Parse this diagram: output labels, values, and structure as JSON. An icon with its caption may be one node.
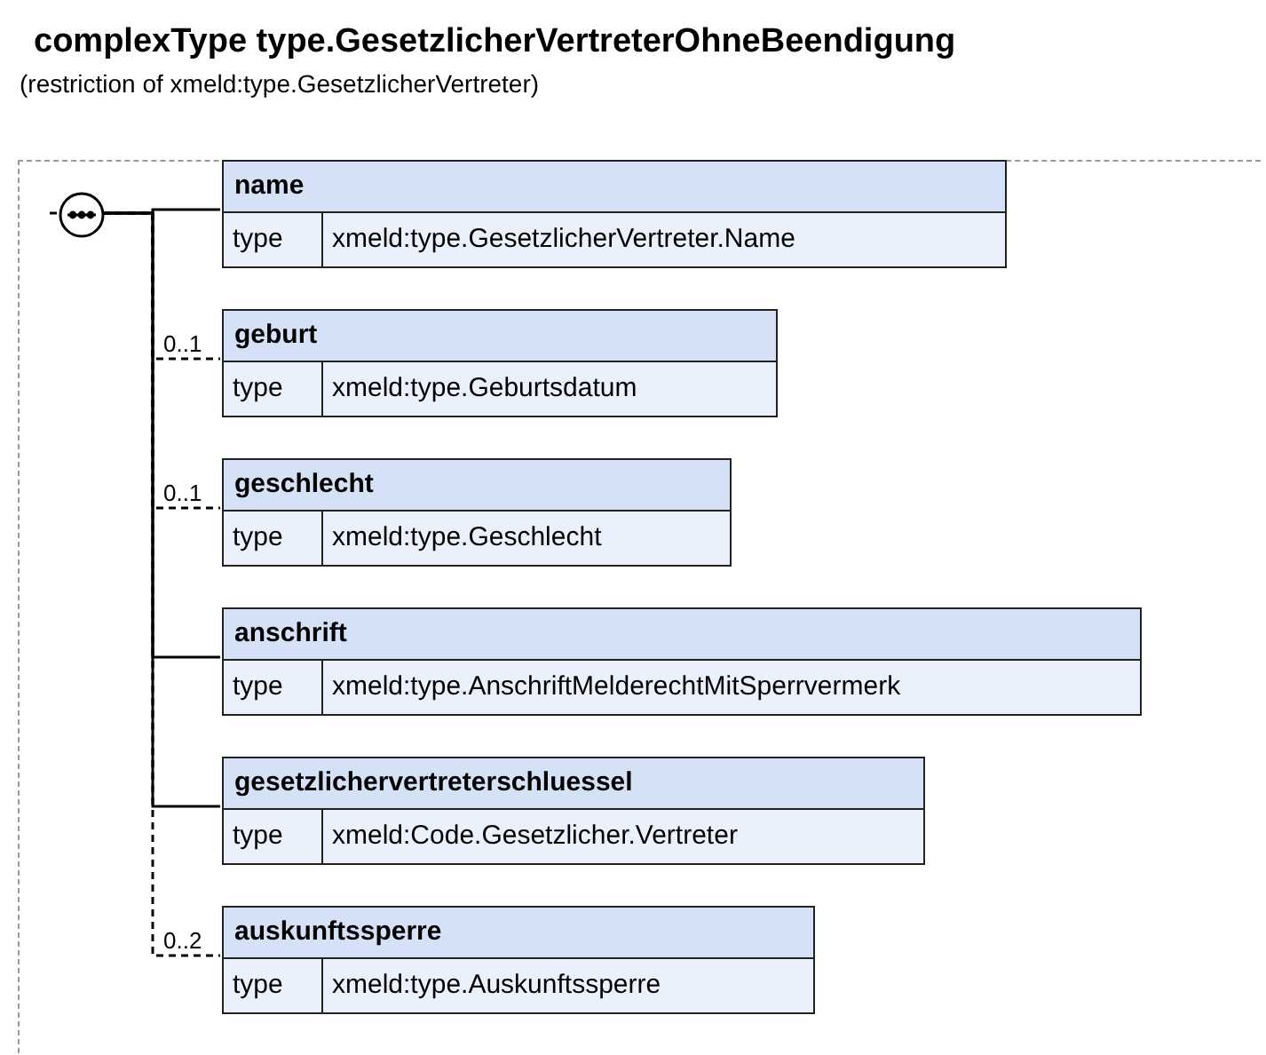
{
  "diagram": {
    "nodes": [
      {
        "text": [
          "complexType type.GesetzlicherVertreterOhneBeendigung",
          "(restriction of xmeld:type.GesetzlicherVertreter)"
        ]
      },
      {
        "text": [],
        "shape": "circle",
        "in": 0
      },
      {
        "text": [
          "name",
          "type",
          "xmeld:type.GesetzlicherVertreter.Name"
        ],
        "in": 0
      },
      {
        "text": [
          "geburt",
          "type",
          "xmeld:type.Geburtsdatum"
        ],
        "in": 0
      },
      {
        "text": [
          "geschlecht",
          "type",
          "xmeld:type.Geschlecht"
        ],
        "in": 0
      },
      {
        "text": [
          "anschrift",
          "type",
          "xmeld:type.AnschriftMelderechtMitSperrvermerk"
        ],
        "in": 0
      },
      {
        "text": [
          "gesetzlichervertreterschluessel",
          "type",
          "xmeld:Code.Gesetzlicher.Vertreter"
        ],
        "in": 0
      },
      {
        "text": [
          "auskunftssperre",
          "type",
          "xmeld:type.Auskunftssperre"
        ],
        "in": 0
      }
    ],
    "edges": [
      {
        "from": null,
        "to": 1,
        "arrow": "none"
      },
      {
        "from": 1,
        "to": 2,
        "arrow": "none"
      },
      {
        "from": 1,
        "to": 3,
        "arrow": "none",
        "label": "0..1",
        "style": "dashed"
      },
      {
        "from": 1,
        "to": 4,
        "arrow": "none",
        "label": "0..1",
        "style": "dashed"
      },
      {
        "from": 1,
        "to": 5,
        "arrow": "none"
      },
      {
        "from": 1,
        "to": 6,
        "arrow": "none"
      },
      {
        "from": 1,
        "to": 7,
        "arrow": "none",
        "label": "0..2",
        "style": "dashed"
      }
    ]
  }
}
